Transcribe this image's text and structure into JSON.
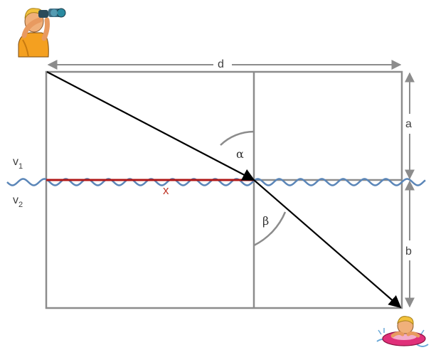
{
  "labels": {
    "d": "d",
    "a": "a",
    "b": "b",
    "x": "x",
    "alpha": "α",
    "beta": "β",
    "v1_base": "v",
    "v1_sub": "1",
    "v2_base": "v",
    "v2_sub": "2"
  },
  "icons": {
    "observer": "lifeguard-with-binoculars-icon",
    "swimmer": "swimmer-in-ring-icon"
  },
  "colors": {
    "frame": "#8c8c8c",
    "water": "#5b86b8",
    "x_segment": "#b01818",
    "path": "#000000",
    "ring": "#e0307a",
    "skin": "#f0b07a",
    "hair": "#f2c23c",
    "shirt": "#f4a020"
  }
}
